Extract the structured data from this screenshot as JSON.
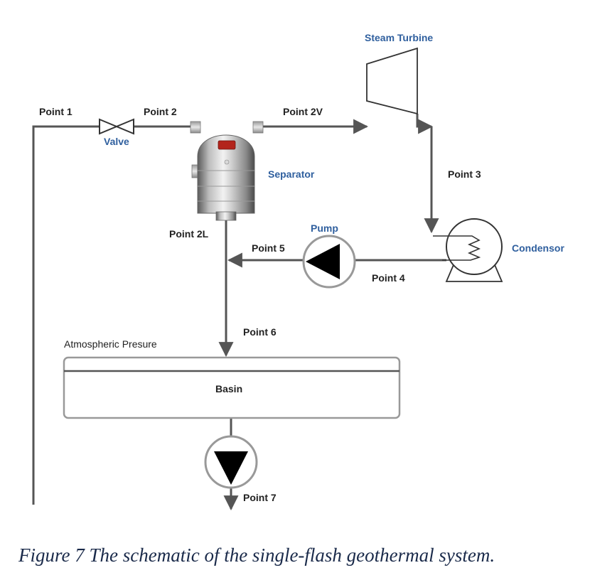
{
  "labels": {
    "point1": "Point 1",
    "point2": "Point 2",
    "point2v": "Point 2V",
    "point2l": "Point 2L",
    "point3": "Point 3",
    "point4": "Point 4",
    "point5": "Point 5",
    "point6": "Point 6",
    "point7": "Point 7"
  },
  "components": {
    "steam_turbine": "Steam Turbine",
    "valve": "Valve",
    "separator": "Separator",
    "pump": "Pump",
    "condensor": "Condensor",
    "basin": "Basin",
    "atmospheric": "Atmospheric Presure"
  },
  "caption": "Figure 7 The schematic of the single-flash geothermal system.",
  "colors": {
    "component_label": "#2f5f9e",
    "pipe": "#555555",
    "caption": "#1a2a4a"
  }
}
